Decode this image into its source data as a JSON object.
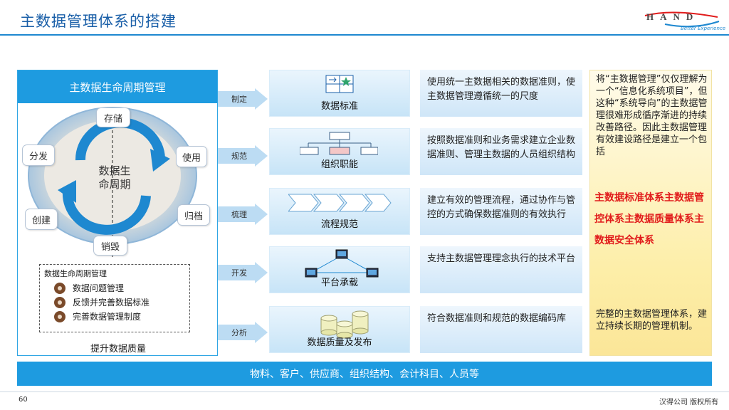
{
  "header": {
    "title": "主数据管理体系的搭建",
    "logo_text": "HAND",
    "logo_tagline": "Better Experience"
  },
  "lifecycle": {
    "title": "主数据生命周期管理",
    "center": [
      "数据生",
      "命周期"
    ],
    "nodes": {
      "store": "存储",
      "use": "使用",
      "archive": "归档",
      "destroy": "销毁",
      "create": "创建",
      "distribute": "分发"
    },
    "box_title": "数据生命周期管理",
    "items": [
      "数据问题管理",
      "反馈并完善数据标准",
      "完善数据管理制度"
    ],
    "footer": "提升数据质量"
  },
  "rows": [
    {
      "arrow": "制定",
      "label": "数据标准",
      "icon": "data-standard-icon",
      "desc": "使用统一主数据相关的数据准则，使主数据管理遵循统一的尺度"
    },
    {
      "arrow": "规范",
      "label": "组织职能",
      "icon": "org-chart-icon",
      "desc": "按照数据准则和业务需求建立企业数据准则、管理主数据的人员组织结构"
    },
    {
      "arrow": "梳理",
      "label": "流程规范",
      "icon": "process-flow-icon",
      "desc": "建立有效的管理流程，通过协作与管控的方式确保数据准则的有效执行"
    },
    {
      "arrow": "开发",
      "label": "平台承载",
      "icon": "network-computers-icon",
      "desc": "支持主数据管理理念执行的技术平台"
    },
    {
      "arrow": "分析",
      "label": "数据质量及发布",
      "icon": "database-cylinders-icon",
      "desc": "符合数据准则和规范的数据编码库"
    }
  ],
  "note": {
    "top": "将“主数据管理”仅仅理解为一个“信息化系统项目”，但这种“系统导向”的主数据管理很难形成循序渐进的持续改善路径。因此主数据管理有效建设路径是建立一个包括",
    "highlight": "主数据标准体系主数据管控体系主数据质量体系主数据安全体系",
    "bottom": "完整的主数据管理体系，建立持续长期的管理机制。"
  },
  "bottom_bar": "物料、客户、供应商、组织结构、会计科目、人员等",
  "footer": {
    "page": "60",
    "copyright": "汉得公司 版权所有"
  },
  "colors": {
    "primary": "#1e9be0",
    "title": "#1a5fa8",
    "highlight": "#e11b1b"
  }
}
